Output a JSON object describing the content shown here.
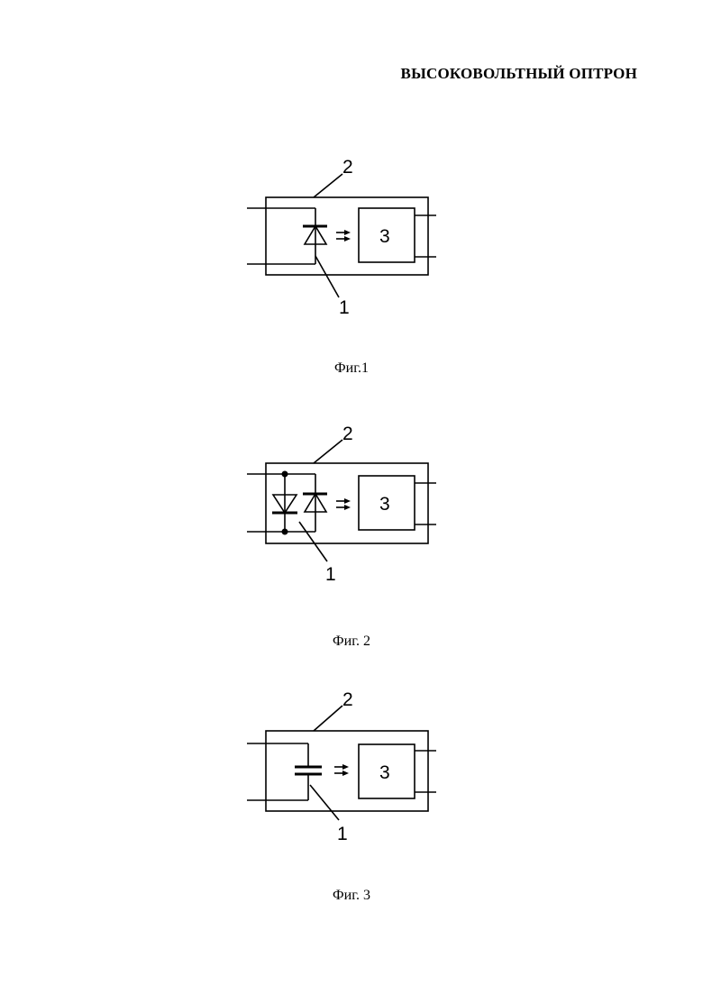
{
  "document": {
    "title": "ВЫСОКОВОЛЬТНЫЙ ОПТРОН"
  },
  "figures": [
    {
      "caption": "Фиг.1",
      "ref_housing": "2",
      "ref_emitter": "1",
      "ref_receiver": "3"
    },
    {
      "caption": "Фиг. 2",
      "ref_housing": "2",
      "ref_emitter": "1",
      "ref_receiver": "3"
    },
    {
      "caption": "Фиг. 3",
      "ref_housing": "2",
      "ref_emitter": "1",
      "ref_receiver": "3"
    }
  ]
}
